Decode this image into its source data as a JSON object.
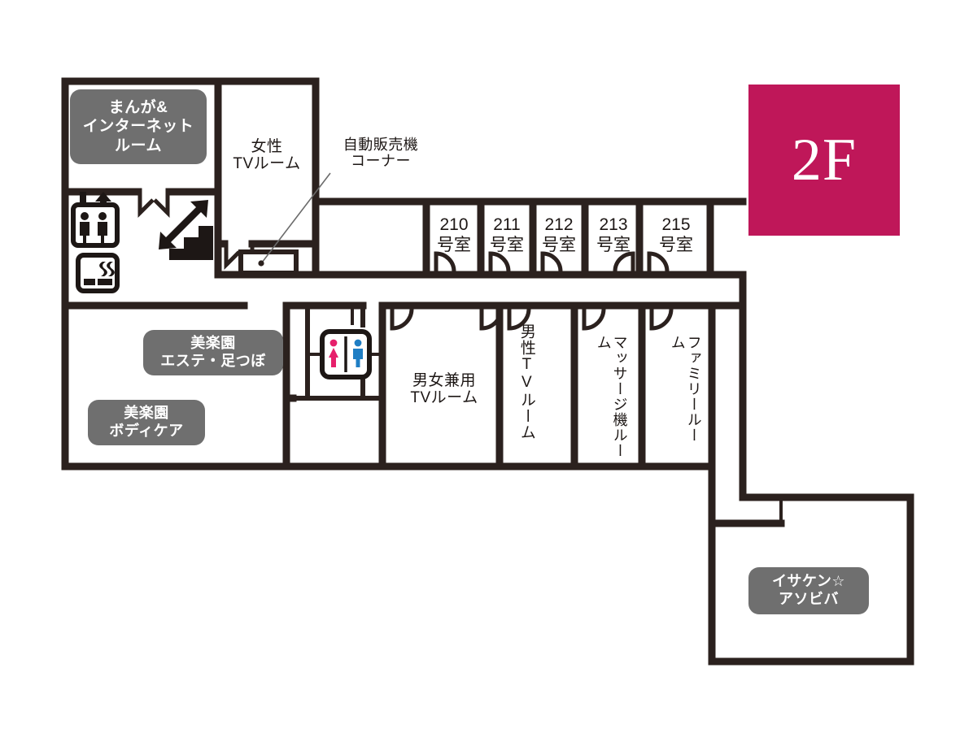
{
  "floor": {
    "badge_label": "2F",
    "badge_color": "#bf1759"
  },
  "theme": {
    "wall_color": "#2b211e",
    "pill_color": "#6f6f6f",
    "pill_text_color": "#ffffff",
    "female_icon_color": "#e6206b",
    "male_icon_color": "#1f7ec4",
    "background": "#ffffff"
  },
  "facility_pills": [
    {
      "id": "manga-internet-room",
      "label": "まんが&\nインターネット\nルーム"
    },
    {
      "id": "birakuen-este",
      "label": "美楽園\nエステ・足つぼ"
    },
    {
      "id": "birakuen-bodycare",
      "label": "美楽園\nボディケア"
    },
    {
      "id": "isaken-asobiba",
      "label": "イサケン☆\nアソビバ"
    }
  ],
  "room_labels": {
    "female_tv_room": "女性\nTVルーム",
    "vending_callout": "自動販売機\nコーナー",
    "unisex_tv_room": "男女兼用\nTVルーム",
    "male_tv_room": "男性TVルーム",
    "massage_machine_room": "マッサージ機ルーム",
    "family_room": "ファミリールーム"
  },
  "guest_rooms": [
    {
      "number": "210",
      "suffix": "号室"
    },
    {
      "number": "211",
      "suffix": "号室"
    },
    {
      "number": "212",
      "suffix": "号室"
    },
    {
      "number": "213",
      "suffix": "号室"
    },
    {
      "number": "215",
      "suffix": "号室"
    }
  ],
  "icons": [
    {
      "id": "elevator-icon",
      "name": "elevator-icon",
      "meaning": "エレベーター"
    },
    {
      "id": "smoking-icon",
      "name": "smoking-room-icon",
      "meaning": "喫煙所"
    },
    {
      "id": "stairs-icon",
      "name": "stairs-icon",
      "meaning": "階段"
    },
    {
      "id": "restroom-icon",
      "name": "restroom-icon",
      "meaning": "トイレ"
    },
    {
      "id": "vending-machine",
      "name": "vending-machine-icon",
      "meaning": "自動販売機"
    }
  ]
}
